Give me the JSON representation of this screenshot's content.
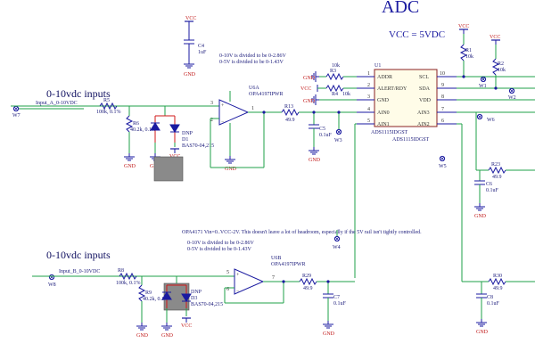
{
  "title": "ADC",
  "vcc_note": "VCC = 5VDC",
  "inputs_heading_a": "0-10vdc inputs",
  "inputs_heading_b": "0-10vdc inputs",
  "net_input_a": "Input_A_0-10VDC",
  "net_input_b": "Input_B_0-10VDC",
  "divider_note_a1": "0-10V is divided to be 0-2.86V",
  "divider_note_a2": "0-5V is divided to be 0-1.43V",
  "divider_note_b1": "0-10V is divided to be 0-2.86V",
  "divider_note_b2": "0-5V is divided to be 0-1.43V",
  "opa_note": "OPA4171 Vin=0..VCC-2V. This doesn't leave a lot of headroom, especially if the 5V rail isn't tightly controlled.",
  "power": {
    "vcc": "VCC",
    "gnd": "GND"
  },
  "u1": {
    "ref": "U1",
    "part": "ADS1115IDGST",
    "part2": "ADS1115IDGST",
    "pins_left": [
      {
        "num": "1",
        "name": "ADDR"
      },
      {
        "num": "2",
        "name": "ALERT/RDY"
      },
      {
        "num": "3",
        "name": "GND"
      },
      {
        "num": "4",
        "name": "AIN0"
      },
      {
        "num": "5",
        "name": "AIN1"
      }
    ],
    "pins_right": [
      {
        "num": "10",
        "name": "SCL"
      },
      {
        "num": "9",
        "name": "SDA"
      },
      {
        "num": "8",
        "name": "VDD"
      },
      {
        "num": "7",
        "name": "AIN3"
      },
      {
        "num": "6",
        "name": "AIN2"
      }
    ]
  },
  "u6a": {
    "ref": "U6A",
    "part": "OPA4197IPWR",
    "pin_plus": "3",
    "pin_minus": "2",
    "pin_out": "1"
  },
  "u6b": {
    "ref": "U6B",
    "part": "OPA4197IPWR",
    "pin_plus": "5",
    "pin_minus": "6",
    "pin_out": "7"
  },
  "c4": {
    "ref": "C4",
    "value": "1uF"
  },
  "r3": {
    "ref": "R3",
    "value": "10k"
  },
  "r4": {
    "ref": "R4",
    "value": "10k"
  },
  "r1": {
    "ref": "R1",
    "value": "10k"
  },
  "r2": {
    "ref": "R2",
    "value": "10k"
  },
  "r5": {
    "ref": "R5",
    "value": "100k, 0.1%"
  },
  "r6": {
    "ref": "R6",
    "value": "40.2k, 0.1%"
  },
  "r13": {
    "ref": "R13",
    "value": "49.9"
  },
  "c5": {
    "ref": "C5",
    "value": "0.1uF"
  },
  "d1": {
    "ref": "D1",
    "part": "BAS70-04,215",
    "dnp": "DNP"
  },
  "r8": {
    "ref": "R8",
    "value": "100k, 0.1%"
  },
  "r9": {
    "ref": "R9",
    "value": "40.2k, 0.1%"
  },
  "d3": {
    "ref": "D3",
    "part": "BAS70-04,215",
    "dnp": "DNP"
  },
  "r29": {
    "ref": "R29",
    "value": "49.9"
  },
  "c7": {
    "ref": "C7",
    "value": "0.1uF"
  },
  "r23": {
    "ref": "R23",
    "value": "49.9"
  },
  "c6": {
    "ref": "C6",
    "value": "0.1uF"
  },
  "r30": {
    "ref": "R30",
    "value": "49.9"
  },
  "c8": {
    "ref": "C8",
    "value": "0.1uF"
  },
  "testpoints": [
    "W1",
    "W2",
    "W3",
    "W4",
    "W5",
    "W6",
    "W7",
    "W8"
  ]
}
